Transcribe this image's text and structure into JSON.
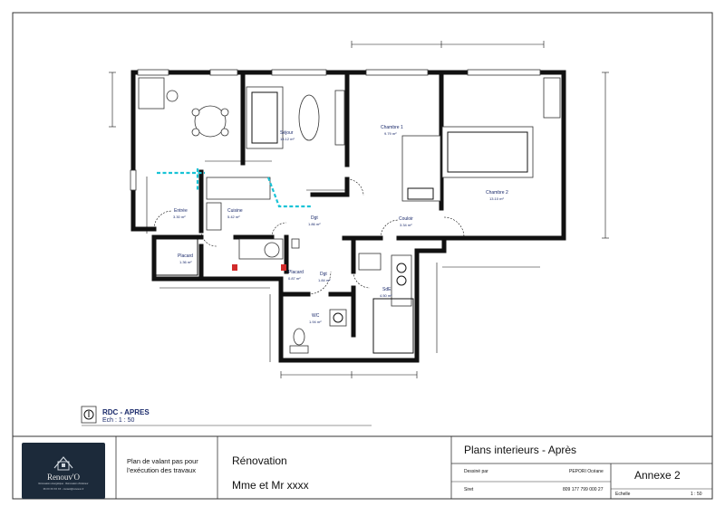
{
  "plan": {
    "rooms": [
      {
        "name": "Séjour",
        "area": "18.12 m²"
      },
      {
        "name": "Chambre 1",
        "area": "9.79 m²"
      },
      {
        "name": "Chambre 2",
        "area": "13.10 m²"
      },
      {
        "name": "Entrée",
        "area": "3.30 m²"
      },
      {
        "name": "Cuisine",
        "area": "5.42 m²"
      },
      {
        "name": "Dgt",
        "area": "1.86 m²"
      },
      {
        "name": "Couloir",
        "area": "3.34 m²"
      },
      {
        "name": "Placard",
        "area": "1.36 m²"
      },
      {
        "name": "Placard",
        "area": "0.87 m²"
      },
      {
        "name": "Dgt",
        "area": "1.84 m²"
      },
      {
        "name": "SdE",
        "area": "4.50 m²"
      },
      {
        "name": "WC",
        "area": "1.94 m²"
      }
    ]
  },
  "scale_block": {
    "label": "RDC - APRES",
    "scale": "Ech :   1 : 50"
  },
  "title_block": {
    "company": "Renouv'O",
    "tagline": "Rénovation énergétique · Rénovation d'intérieur",
    "contact": "06 XX XX XX XX · contact@renouvo.fr",
    "disclaimer_line1": "Plan de valant pas pour",
    "disclaimer_line2": "l'exécution des travaux",
    "project": "Rénovation",
    "client": "Mme et Mr xxxx",
    "plan_title": "Plans interieurs - Après",
    "drawn_by_label": "Dessiné par",
    "drawn_by": "PEPORI Océane",
    "siret_label": "Siret",
    "siret": "809 177 799 000 27",
    "annexe": "Annexe 2",
    "echelle_label": "Echelle",
    "echelle": "1 : 50"
  }
}
